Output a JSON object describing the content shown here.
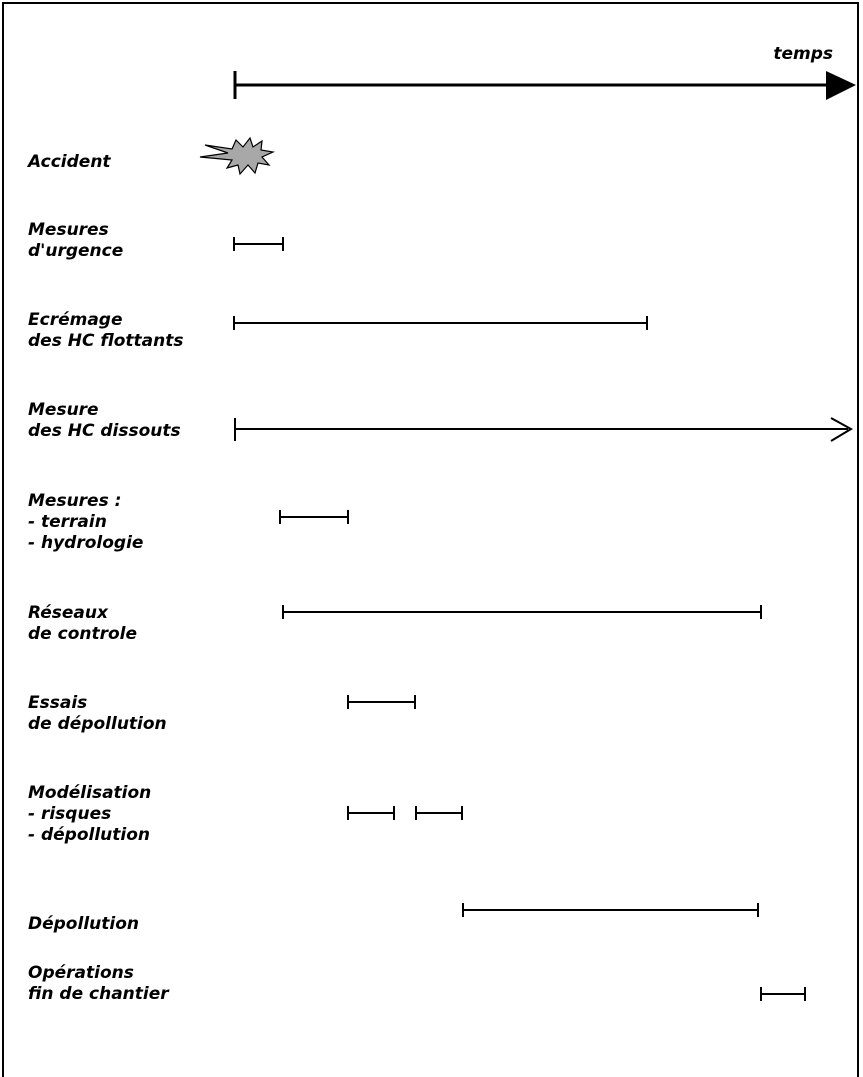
{
  "axis": {
    "label": "temps"
  },
  "rows": [
    {
      "id": "accident",
      "lines": [
        "Accident"
      ]
    },
    {
      "id": "mesures-urgence",
      "lines": [
        "Mesures",
        "d'urgence"
      ]
    },
    {
      "id": "ecremage",
      "lines": [
        "Ecrémage",
        "des HC flottants"
      ]
    },
    {
      "id": "mesure-hc-dissouts",
      "lines": [
        "Mesure",
        "des HC dissouts"
      ]
    },
    {
      "id": "mesures-terrain",
      "lines": [
        "Mesures :",
        "- terrain",
        "- hydrologie"
      ]
    },
    {
      "id": "reseaux",
      "lines": [
        "Réseaux",
        "de controle"
      ]
    },
    {
      "id": "essais",
      "lines": [
        "Essais",
        "de dépollution"
      ]
    },
    {
      "id": "modelisation",
      "lines": [
        "Modélisation",
        "- risques",
        "- dépollution"
      ]
    },
    {
      "id": "depollution",
      "lines": [
        "Dépollution"
      ]
    },
    {
      "id": "operations",
      "lines": [
        "Opérations",
        "fin de chantier"
      ]
    }
  ]
}
